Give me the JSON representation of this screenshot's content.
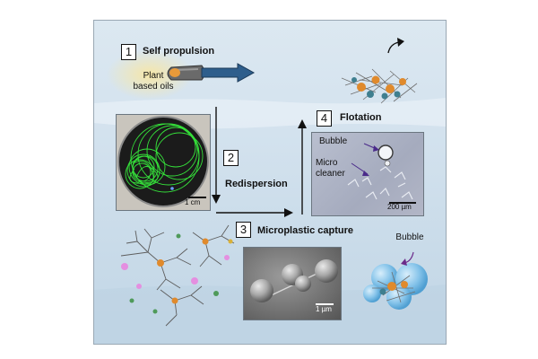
{
  "steps": [
    {
      "number": "1",
      "label": "Self propulsion"
    },
    {
      "number": "2",
      "label": "Redispersion"
    },
    {
      "number": "3",
      "label": "Microplastic capture"
    },
    {
      "number": "4",
      "label": "Flotation"
    }
  ],
  "labels": {
    "plant_oils_line1": "Plant",
    "plant_oils_line2": "based oils",
    "bubble_micrograph": "Bubble",
    "micro_cleaner_line1": "Micro",
    "micro_cleaner_line2": "cleaner",
    "bubble_capture": "Bubble"
  },
  "scale_bars": {
    "tracking": "1 cm",
    "micrograph": "200 µm",
    "sem": "1 µm"
  },
  "colors": {
    "water_top": "#dce8f1",
    "water_bottom": "#c2d6e6",
    "arrow_blue": "#2e5e8c",
    "trajectory_green": "#35e03a",
    "bubble_blue": "#79bde6",
    "particle_orange": "#e08a2c"
  }
}
